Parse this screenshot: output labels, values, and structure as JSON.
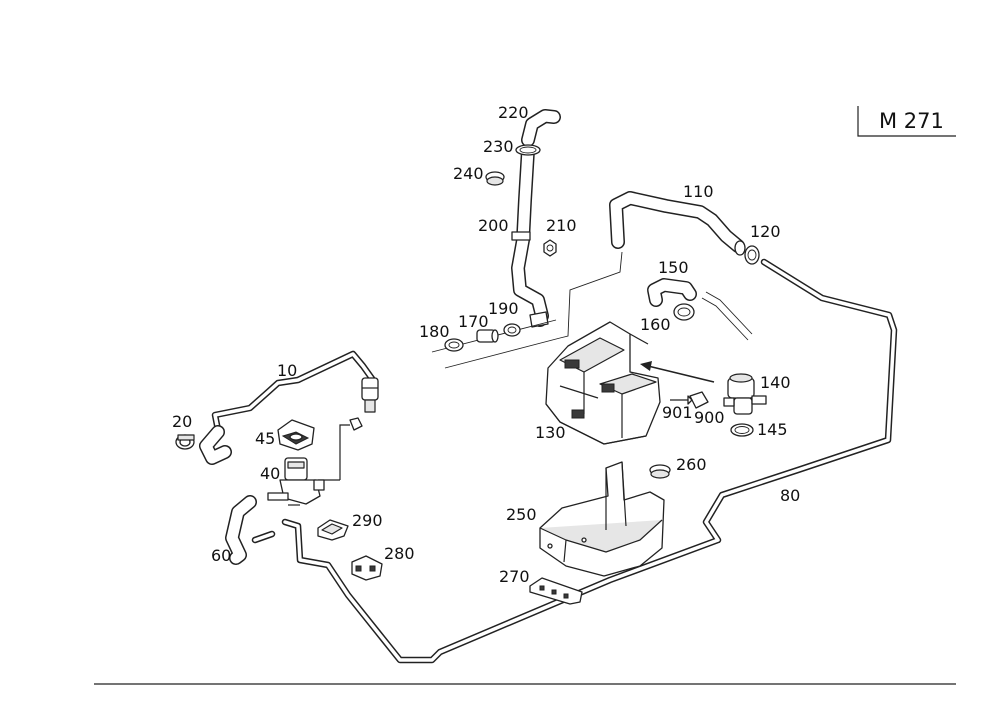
{
  "model": {
    "label": "M 271"
  },
  "callouts": [
    {
      "id": "10",
      "text": "10"
    },
    {
      "id": "20",
      "text": "20"
    },
    {
      "id": "40",
      "text": "40"
    },
    {
      "id": "45",
      "text": "45"
    },
    {
      "id": "60",
      "text": "60"
    },
    {
      "id": "80",
      "text": "80"
    },
    {
      "id": "110",
      "text": "110"
    },
    {
      "id": "120",
      "text": "120"
    },
    {
      "id": "130",
      "text": "130"
    },
    {
      "id": "140",
      "text": "140"
    },
    {
      "id": "145",
      "text": "145"
    },
    {
      "id": "150",
      "text": "150"
    },
    {
      "id": "160",
      "text": "160"
    },
    {
      "id": "170",
      "text": "170"
    },
    {
      "id": "180",
      "text": "180"
    },
    {
      "id": "190",
      "text": "190"
    },
    {
      "id": "200",
      "text": "200"
    },
    {
      "id": "210",
      "text": "210"
    },
    {
      "id": "220",
      "text": "220"
    },
    {
      "id": "230",
      "text": "230"
    },
    {
      "id": "240",
      "text": "240"
    },
    {
      "id": "250",
      "text": "250"
    },
    {
      "id": "260",
      "text": "260"
    },
    {
      "id": "270",
      "text": "270"
    },
    {
      "id": "280",
      "text": "280"
    },
    {
      "id": "290",
      "text": "290"
    },
    {
      "id": "900",
      "text": "900"
    },
    {
      "id": "901",
      "text": "901"
    }
  ]
}
